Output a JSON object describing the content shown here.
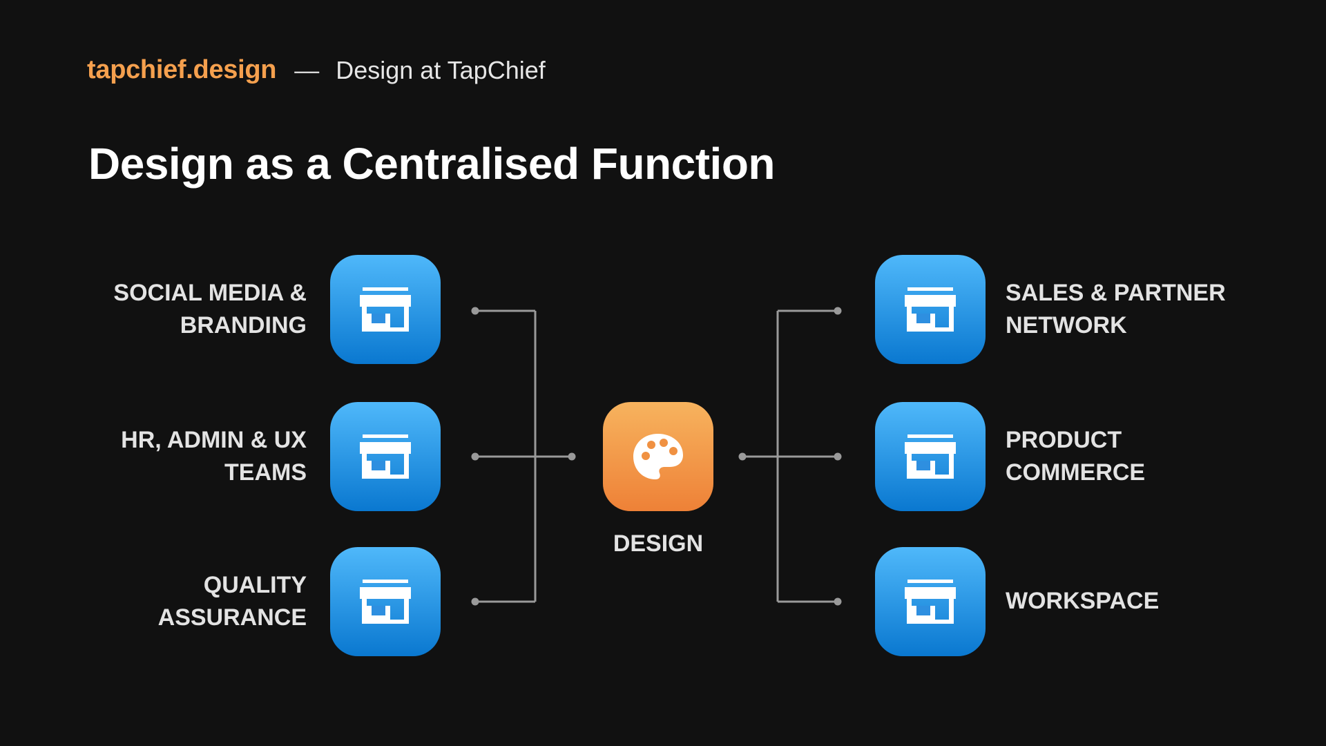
{
  "header": {
    "brand": "tapchief.design",
    "separator": "—",
    "subtitle": "Design at TapChief"
  },
  "title": "Design as a Centralised Function",
  "diagram": {
    "center": {
      "label": "DESIGN",
      "icon": "palette-icon",
      "color": "#EE8137"
    },
    "left_nodes": [
      {
        "lines": [
          "SOCIAL MEDIA &",
          "BRANDING"
        ],
        "icon": "store-icon"
      },
      {
        "lines": [
          "HR, ADMIN  & UX",
          "TEAMS"
        ],
        "icon": "store-icon"
      },
      {
        "lines": [
          "QUALITY",
          "ASSURANCE"
        ],
        "icon": "store-icon"
      }
    ],
    "right_nodes": [
      {
        "lines": [
          "SALES & PARTNER",
          "NETWORK"
        ],
        "icon": "store-icon"
      },
      {
        "lines": [
          "PRODUCT",
          "COMMERCE"
        ],
        "icon": "store-icon"
      },
      {
        "lines": [
          "WORKSPACE"
        ],
        "icon": "store-icon"
      }
    ],
    "colors": {
      "node": "#1E90E8",
      "center": "#F29A45",
      "brand": "#F5A04E",
      "connector": "#9a9a9a"
    }
  }
}
